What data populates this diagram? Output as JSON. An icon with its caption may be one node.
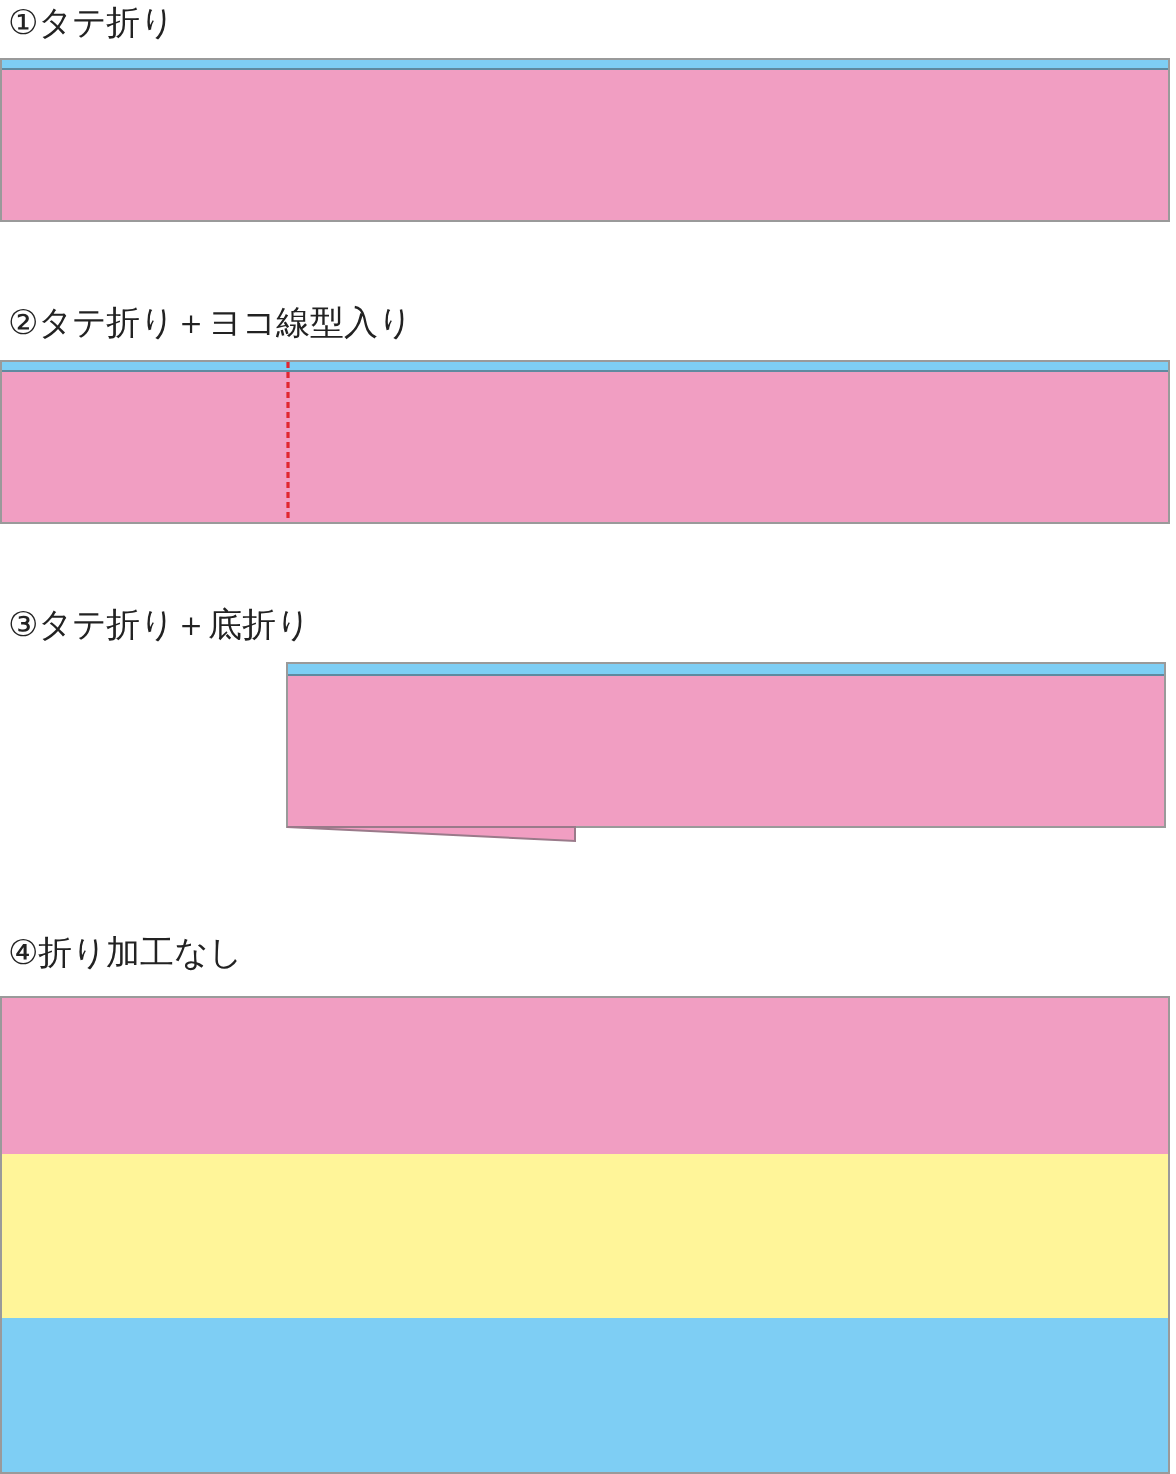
{
  "diagram": {
    "nodes": [
      {
        "text": [
          "①タテ折り"
        ]
      },
      {
        "text": [
          "②タテ折り＋ヨコ線型入り"
        ]
      },
      {
        "text": [
          "③タテ折り＋底折り"
        ]
      },
      {
        "text": [
          "④折り加工なし"
        ]
      }
    ]
  }
}
